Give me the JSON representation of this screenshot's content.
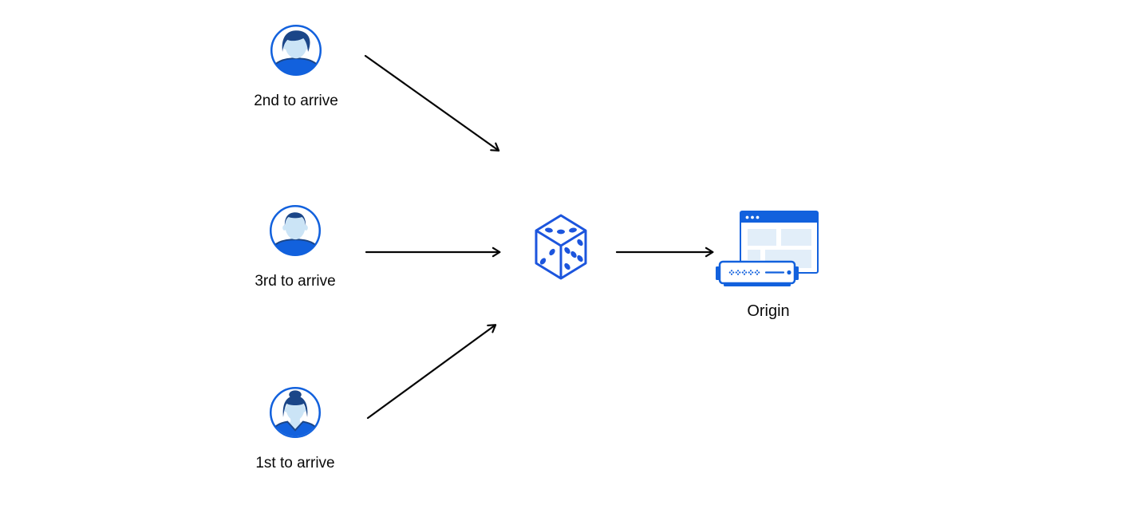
{
  "diagram": {
    "clients": [
      {
        "label": "2nd to arrive",
        "avatar_icon": "man-swept-hair-avatar"
      },
      {
        "label": "3rd to arrive",
        "avatar_icon": "man-short-hair-avatar"
      },
      {
        "label": "1st to arrive",
        "avatar_icon": "woman-bun-hair-avatar"
      }
    ],
    "center_icon": "dice-icon",
    "origin": {
      "label": "Origin",
      "icon": "origin-server-icon"
    },
    "arrows": [
      {
        "name": "arrow-2nd-client-to-dice"
      },
      {
        "name": "arrow-3rd-client-to-dice"
      },
      {
        "name": "arrow-1st-client-to-dice"
      },
      {
        "name": "arrow-dice-to-origin"
      }
    ],
    "colors": {
      "accent_blue": "#1261dd",
      "dice_blue": "#1c55dd",
      "dark_navy_hair": "#1b4688",
      "light_face_blue": "#cbe4f6",
      "pale_panel_blue": "#e2eef9",
      "arrow_black": "#050505",
      "background": "#ffffff"
    }
  }
}
